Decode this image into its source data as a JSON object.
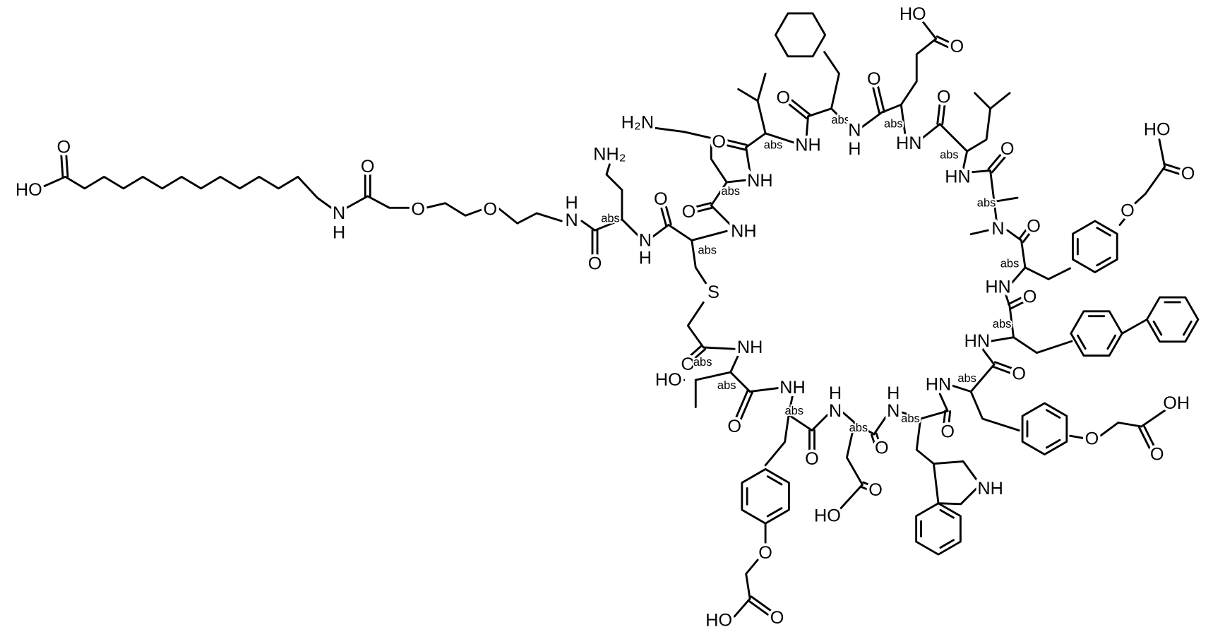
{
  "diagram": {
    "atoms": {
      "O": "O",
      "N": "N",
      "H": "H",
      "S": "S",
      "NH": "NH",
      "HN": "HN",
      "HO": "HO",
      "OH": "OH",
      "H2N": "H₂N",
      "NH2": "NH₂"
    },
    "stereo_label": "abs"
  }
}
